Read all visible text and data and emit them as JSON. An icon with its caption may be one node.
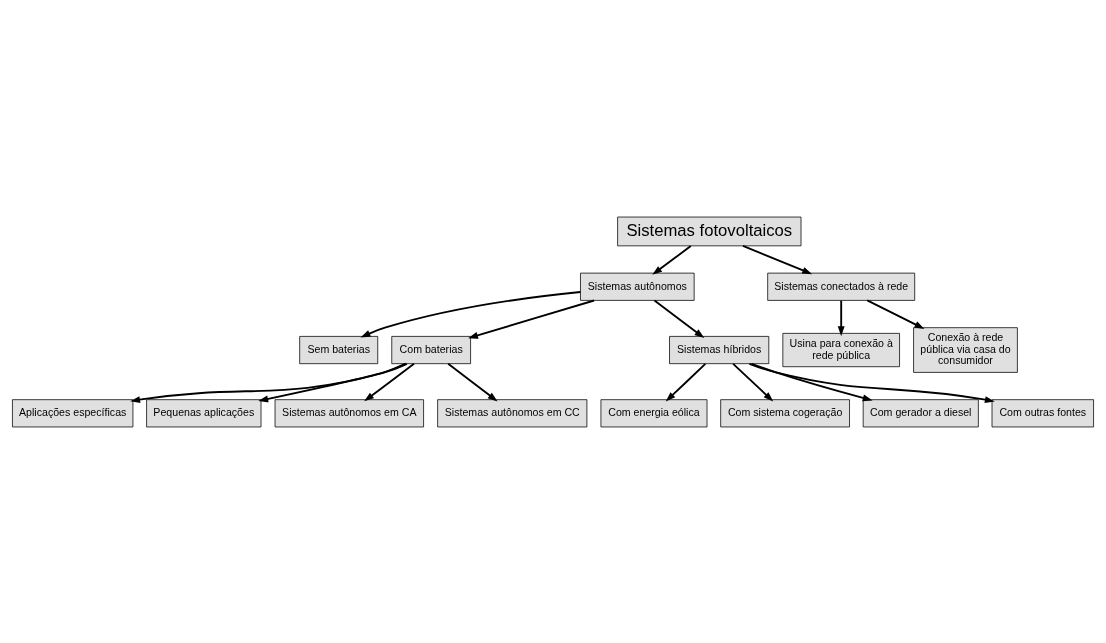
{
  "diagram": {
    "nodes": [
      {
        "text": [
          "Sistemas fotovoltaicos"
        ]
      },
      {
        "text": [
          "Sistemas autônomos"
        ]
      },
      {
        "text": [
          "Sistemas conectados à rede"
        ]
      },
      {
        "text": [
          "Sem baterias"
        ]
      },
      {
        "text": [
          "Com baterias"
        ]
      },
      {
        "text": [
          "Sistemas híbridos"
        ]
      },
      {
        "text": [
          "Aplicações específicas"
        ]
      },
      {
        "text": [
          "Pequenas aplicações"
        ]
      },
      {
        "text": [
          "Sistemas autônomos em CA"
        ]
      },
      {
        "text": [
          "Sistemas autônomos em CC"
        ]
      },
      {
        "text": [
          "Com energia eólica"
        ]
      },
      {
        "text": [
          "Com sistema cogeração"
        ]
      },
      {
        "text": [
          "Com gerador a diesel"
        ]
      },
      {
        "text": [
          "Com outras fontes"
        ]
      },
      {
        "text": [
          "Usina para conexão à rede pública"
        ]
      },
      {
        "text": [
          "Conexão à rede pública via casa do consumidor"
        ]
      }
    ],
    "edges": [
      {
        "from": 0,
        "to": 1,
        "arrow": "to"
      },
      {
        "from": 0,
        "to": 2,
        "arrow": "to"
      },
      {
        "from": 1,
        "to": 3,
        "arrow": "to"
      },
      {
        "from": 1,
        "to": 4,
        "arrow": "to"
      },
      {
        "from": 1,
        "to": 5,
        "arrow": "to"
      },
      {
        "from": 4,
        "to": 6,
        "arrow": "to"
      },
      {
        "from": 4,
        "to": 7,
        "arrow": "to"
      },
      {
        "from": 4,
        "to": 8,
        "arrow": "to"
      },
      {
        "from": 4,
        "to": 9,
        "arrow": "to"
      },
      {
        "from": 5,
        "to": 10,
        "arrow": "to"
      },
      {
        "from": 5,
        "to": 11,
        "arrow": "to"
      },
      {
        "from": 5,
        "to": 12,
        "arrow": "to"
      },
      {
        "from": 5,
        "to": 13,
        "arrow": "to"
      },
      {
        "from": 2,
        "to": 14,
        "arrow": "to"
      },
      {
        "from": 2,
        "to": 15,
        "arrow": "to"
      }
    ]
  }
}
